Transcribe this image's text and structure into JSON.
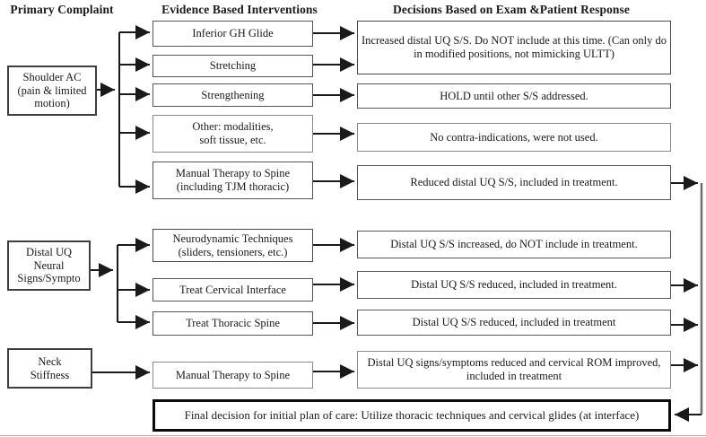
{
  "title_row": {
    "primary_complaint": "Primary Complaint",
    "interventions": "Evidence Based Interventions",
    "decisions": "Decisions Based on Exam &Patient Response"
  },
  "complaints": {
    "shoulder_ac": "Shoulder AC\n(pain & limited\nmotion)",
    "distal_uq": "Distal UQ\nNeural\nSigns/Sympto",
    "neck": "Neck\nStiffness"
  },
  "interventions": {
    "inferior_gh": "Inferior GH Glide",
    "stretching": "Stretching",
    "strengthening": "Strengthening",
    "other": "Other: modalities,\nsoft tissue, etc.",
    "manual_therapy_tjm": "Manual Therapy to Spine\n(including TJM thoracic)",
    "neurodynamic": "Neurodynamic Techniques\n(sliders, tensioners, etc.)",
    "treat_cervical": "Treat Cervical Interface",
    "treat_thoracic": "Treat Thoracic Spine",
    "manual_therapy_spine": "Manual Therapy to Spine"
  },
  "decisions": {
    "d1": "Increased distal UQ S/S.  Do NOT include at this time.  (Can only do in modified positions, not mimicking ULTT)",
    "d2": "HOLD until other S/S addressed.",
    "d3": "No contra-indications, were not used.",
    "d4": "Reduced distal UQ S/S, included in treatment.",
    "d5": "Distal UQ S/S increased, do NOT include in treatment.",
    "d6": "Distal UQ S/S reduced, included in treatment.",
    "d7": "Distal UQ S/S reduced, included in treatment",
    "d8": "Distal UQ signs/symptoms reduced and cervical ROM improved, included in treatment"
  },
  "final_decision": "Final decision for initial plan of care: Utilize thoracic techniques and cervical glides (at interface)",
  "colors": {
    "arrow": "#1a1a1a",
    "collector_line": "#6e6e6e",
    "box_border": "#555555",
    "final_border": "#0b0b0b"
  }
}
